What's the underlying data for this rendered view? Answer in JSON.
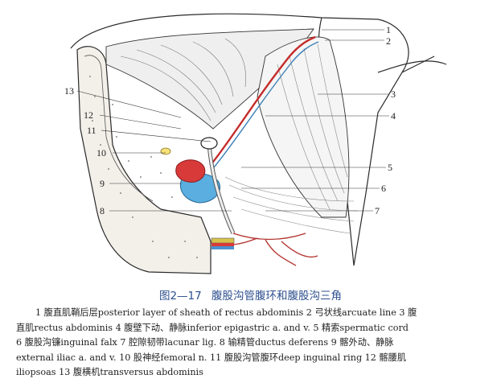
{
  "figure": {
    "labels": [
      "1",
      "2",
      "3",
      "4",
      "5",
      "6",
      "7",
      "8",
      "9",
      "10",
      "11",
      "12",
      "13"
    ]
  },
  "caption": {
    "number": "图2—17",
    "title": "腹股沟管腹环和腹股沟三角"
  },
  "legend": [
    "1 腹直肌鞘后层posterior layer of sheath of rectus abdominis 2 弓状线arcuate line 3 腹",
    "直肌rectus abdominis 4 腹壁下动、静脉inferior epigastric a. and v. 5 精索spermatic cord",
    "6 腹股沟镰inguinal falx 7 腔隙韧带lacunar lig. 8 输精管ductus deferens 9 髂外动、静脉",
    "external iliac a. and v. 10 股神经femoral n. 11 腹股沟管腹环deep inguinal ring 12 髂腰肌",
    "iliopsoas 13 腹横机transversus abdominis"
  ]
}
